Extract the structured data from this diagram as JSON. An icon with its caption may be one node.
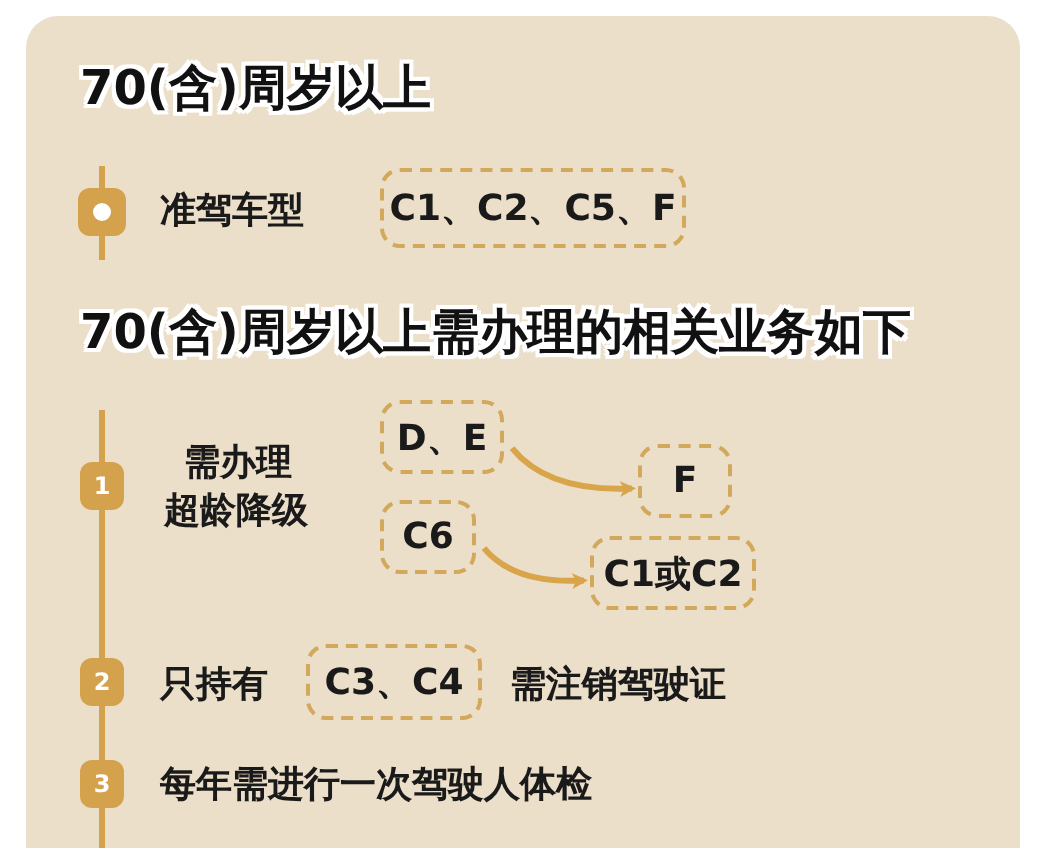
{
  "diagram": {
    "title": "70(含)周岁以上",
    "nodes": [
      {
        "text": [
          "C1、C2、C5、F"
        ]
      },
      {
        "text": [
          "1"
        ]
      },
      {
        "text": [
          "D、E"
        ]
      },
      {
        "text": [
          "F"
        ]
      },
      {
        "text": [
          "C6"
        ]
      },
      {
        "text": [
          "C1或C2"
        ]
      },
      {
        "text": [
          "2"
        ]
      },
      {
        "text": [
          "C3、C4"
        ]
      },
      {
        "text": [
          "3"
        ]
      }
    ],
    "edges": [
      {
        "from": 2,
        "to": 3,
        "arrow": "to"
      },
      {
        "from": 4,
        "to": 5,
        "arrow": "to"
      }
    ],
    "labels": [
      "准驾车型",
      "70(含)周岁以上需办理的相关业务如下",
      "需办理超龄降级",
      "只持有",
      "需注销驾驶证",
      "每年需进行一次驾驶人体检"
    ]
  }
}
